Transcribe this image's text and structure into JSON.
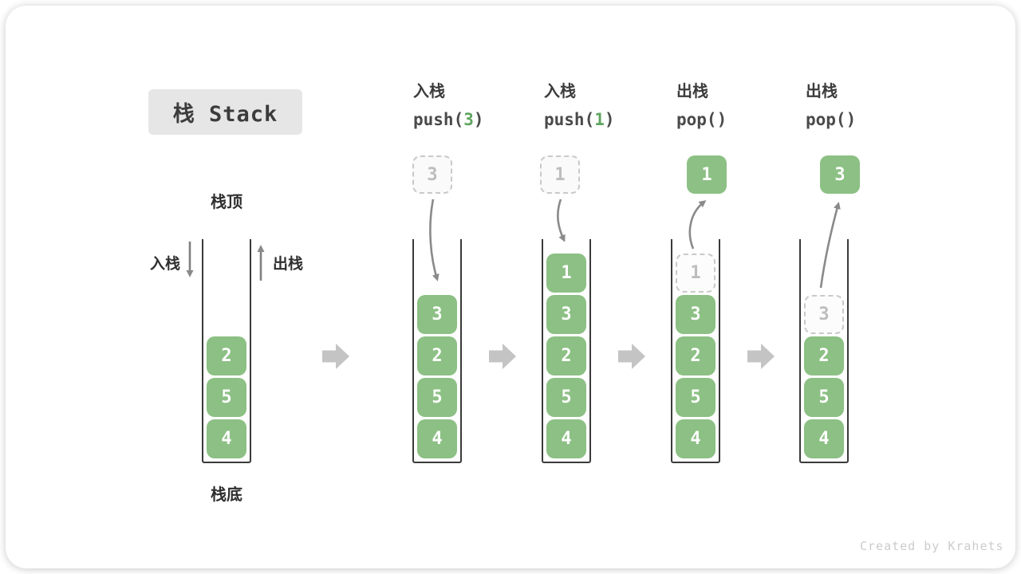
{
  "title": "栈 Stack",
  "stack_top_label": "栈顶",
  "stack_bottom_label": "栈底",
  "push_arrow_label": "入栈",
  "pop_arrow_label": "出栈",
  "watermark": "Created by Krahets",
  "operations": [
    {
      "name": "入栈",
      "code": "push(",
      "arg": "3",
      "close": ")"
    },
    {
      "name": "入栈",
      "code": "push(",
      "arg": "1",
      "close": ")"
    },
    {
      "name": "出栈",
      "code": "pop(",
      "arg": "",
      "close": ")"
    },
    {
      "name": "出栈",
      "code": "pop(",
      "arg": "",
      "close": ")"
    }
  ],
  "stacks": [
    {
      "cells": [
        {
          "v": "4"
        },
        {
          "v": "5"
        },
        {
          "v": "2"
        }
      ]
    },
    {
      "cells": [
        {
          "v": "4"
        },
        {
          "v": "5"
        },
        {
          "v": "2"
        },
        {
          "v": "3"
        }
      ],
      "floating": {
        "v": "3",
        "ghost": true
      }
    },
    {
      "cells": [
        {
          "v": "4"
        },
        {
          "v": "5"
        },
        {
          "v": "2"
        },
        {
          "v": "3"
        },
        {
          "v": "1"
        }
      ],
      "floating": {
        "v": "1",
        "ghost": true
      }
    },
    {
      "cells": [
        {
          "v": "4"
        },
        {
          "v": "5"
        },
        {
          "v": "2"
        },
        {
          "v": "3"
        },
        {
          "v": "1",
          "ghost": true
        }
      ],
      "floating": {
        "v": "1",
        "ghost": false
      }
    },
    {
      "cells": [
        {
          "v": "4"
        },
        {
          "v": "5"
        },
        {
          "v": "2"
        },
        {
          "v": "3",
          "ghost": true
        }
      ],
      "floating": {
        "v": "3",
        "ghost": false
      }
    }
  ],
  "colors": {
    "block_green": "#8CC084",
    "arg_green": "#5FA45F",
    "title_bg": "#E6E6E6",
    "text_dark": "#3C3C3C",
    "ghost_border": "#C9C9C9",
    "ghost_text": "#BDBDBD",
    "arrow_gray": "#8A8A8A",
    "step_arrow_gray": "#C4C4C4",
    "watermark_gray": "#CCCCCC"
  }
}
